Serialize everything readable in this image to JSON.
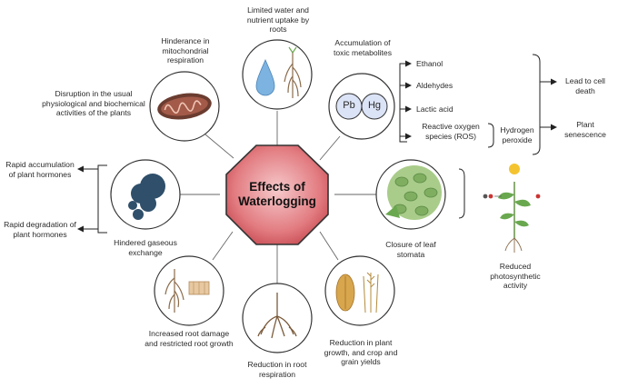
{
  "center": {
    "line1": "Effects of",
    "line2": "Waterlogging"
  },
  "nodes": {
    "mitochondria_label": "Hinderance in mitochondrial respiration",
    "disruption_label": "Disruption in the usual physiological and biochemical activities of the plants",
    "water_label": "Limited water and nutrient uptake by roots",
    "toxic_label": "Accumulation of toxic metabolites",
    "pb": "Pb",
    "hg": "Hg",
    "gas_label": "Hindered gaseous exchange",
    "stomata_label": "Closure of leaf stomata",
    "root_damage_label": "Increased root damage and restricted root growth",
    "root_resp_label": "Reduction in root respiration",
    "growth_label": "Reduction in plant growth, and crop and grain yields"
  },
  "metabolites": [
    "Ethanol",
    "Aldehydes",
    "Lactic acid",
    "Reactive oxygen species (ROS)"
  ],
  "hydrogen_peroxide": "Hydrogen peroxide",
  "outcomes": {
    "cell_death": "Lead to cell death",
    "senescence": "Plant senescence"
  },
  "hormones": {
    "accumulation": "Rapid accumulation of plant hormones",
    "degradation": "Rapid degradation of plant hormones"
  },
  "photosynthesis_label": "Reduced photosynthetic activity",
  "colors": {
    "octagon": "#e07378",
    "octagon_dark": "#c3484f",
    "stroke": "#222222",
    "cell": "#8fbf6e",
    "lung": "#2f4f6a"
  }
}
